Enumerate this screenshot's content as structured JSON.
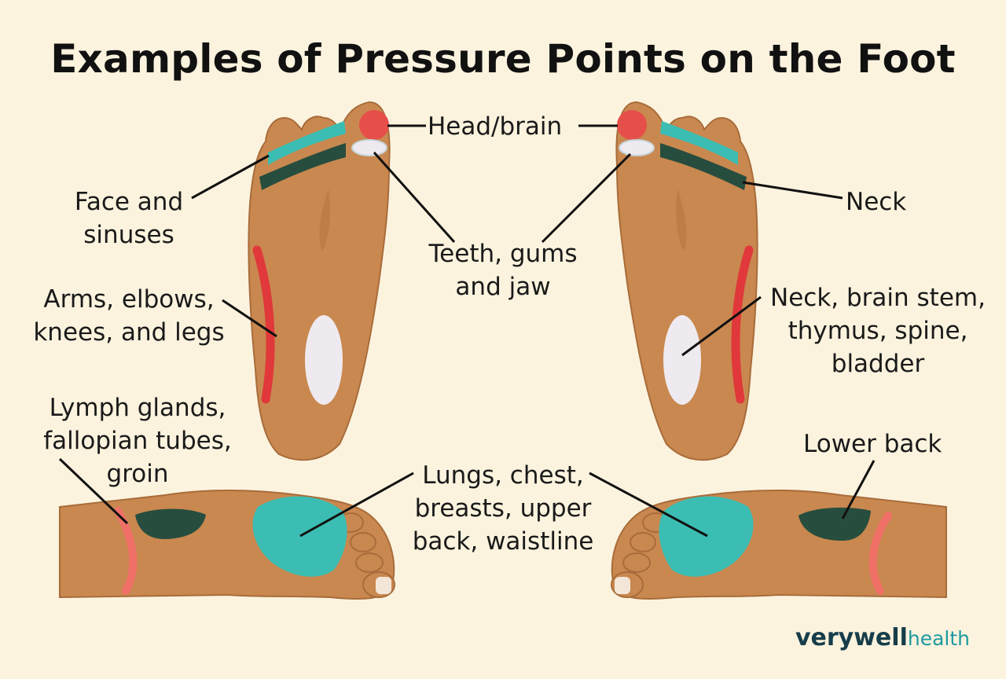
{
  "title": "Examples of Pressure Points on the Foot",
  "labels": {
    "head_brain": "Head/brain",
    "face_sinuses": [
      "Face and",
      "sinuses"
    ],
    "teeth_gums_jaw": [
      "Teeth, gums",
      "and jaw"
    ],
    "neck": "Neck",
    "arms_elbows_knees_legs": [
      "Arms, elbows,",
      "knees, and legs"
    ],
    "neck_brainstem_thymus_spine_bladder": [
      "Neck, brain stem,",
      "thymus, spine,",
      "bladder"
    ],
    "lymph_fallopian_groin": [
      "Lymph glands,",
      "fallopian tubes,",
      "groin"
    ],
    "lungs_chest_breasts_back_waist": [
      "Lungs, chest,",
      "breasts, upper",
      "back, waistline"
    ],
    "lower_back": "Lower back"
  },
  "brand": {
    "name": "verywell",
    "suffix": "health"
  },
  "colors": {
    "background": "#fbf3de",
    "skin": "#c9884f",
    "red_zone": "#e0383b",
    "teal_zone": "#3bbdb3",
    "dark_green_zone": "#274d3e",
    "light_zone": "#eeeaf0",
    "pink_zone": "#f0a39b"
  }
}
